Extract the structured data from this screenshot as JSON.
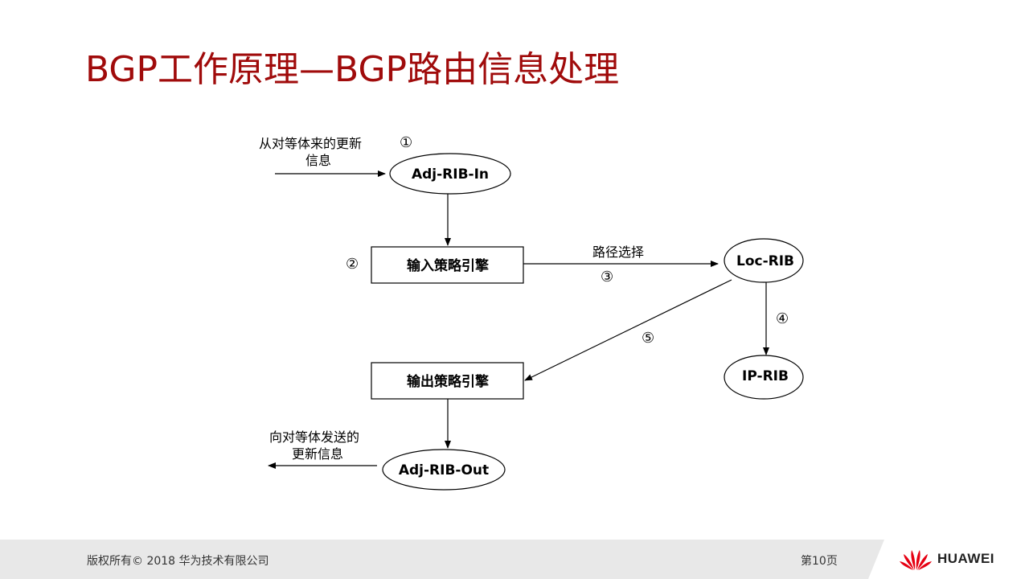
{
  "title": "BGP工作原理—BGP路由信息处理",
  "diagram": {
    "nodes": {
      "adj_rib_in": "Adj-RIB-In",
      "input_policy": "输入策略引擎",
      "loc_rib": "Loc-RIB",
      "ip_rib": "IP-RIB",
      "output_policy": "输出策略引擎",
      "adj_rib_out": "Adj-RIB-Out"
    },
    "labels": {
      "incoming_line1": "从对等体来的更新",
      "incoming_line2": "信息",
      "outgoing_line1": "向对等体发送的",
      "outgoing_line2": "更新信息",
      "route_selection": "路径选择"
    },
    "steps": {
      "s1": "①",
      "s2": "②",
      "s3": "③",
      "s4": "④",
      "s5": "⑤"
    }
  },
  "footer": {
    "copyright": "版权所有© 2018 华为技术有限公司",
    "page": "第10页",
    "brand": "HUAWEI"
  },
  "colors": {
    "title": "#a00b0b",
    "logo_red": "#e60012"
  }
}
